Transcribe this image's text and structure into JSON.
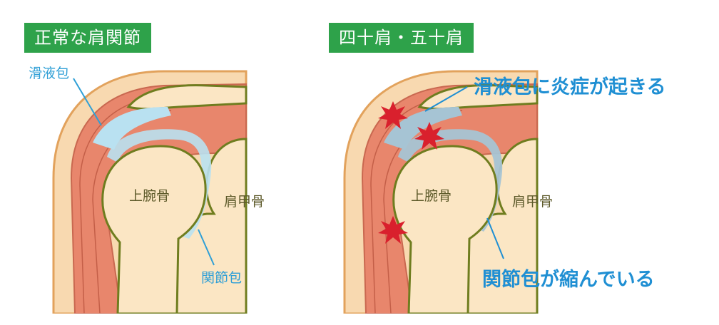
{
  "left_panel": {
    "title": "正常な肩関節",
    "labels": {
      "bursa": "滑液包",
      "humerus": "上腕骨",
      "scapula": "肩甲骨",
      "capsule": "関節包"
    }
  },
  "right_panel": {
    "title": "四十肩・五十肩",
    "labels": {
      "bursa_inflamed": "滑液包に炎症が起きる",
      "humerus": "上腕骨",
      "scapula": "肩甲骨",
      "capsule_shrunk": "関節包が縮んでいる"
    }
  },
  "colors": {
    "title_bg": "#2ea24a",
    "skin": "#f8d9b0",
    "muscle": "#e8866c",
    "muscle_light": "#f0a58f",
    "bone": "#fbe6c4",
    "outline": "#6f7d1f",
    "bursa": "#b9e1f1",
    "capsule": "#a6c4d4",
    "inflammation": "#d9202d",
    "label_blue": "#2f9fd6"
  }
}
